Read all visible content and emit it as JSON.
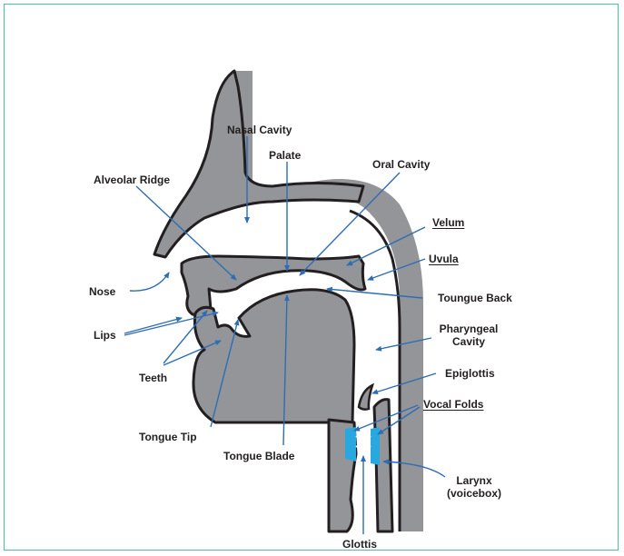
{
  "labels": {
    "nasal_cavity": "Nasal Cavity",
    "palate": "Palate",
    "oral_cavity": "Oral Cavity",
    "alveolar_ridge": "Alveolar Ridge",
    "velum": "Velum",
    "uvula": "Uvula",
    "nose": "Nose",
    "toungue_back": "Toungue Back",
    "lips": "Lips",
    "pharyngeal_cavity_line1": "Pharyngeal",
    "pharyngeal_cavity_line2": "Cavity",
    "teeth": "Teeth",
    "epiglottis": "Epiglottis",
    "vocal_folds": "Vocal Folds",
    "tongue_tip": "Tongue Tip",
    "tongue_blade": "Tongue Blade",
    "larynx_line1": "Larynx",
    "larynx_line2": "(voicebox)",
    "glottis": "Glottis"
  },
  "colors": {
    "frame": "#4fbf9f",
    "tissue": "#939598",
    "outline": "#231f20",
    "arrow": "#2e6db4",
    "vocal_folds": "#29a8e0",
    "text": "#231f20"
  }
}
